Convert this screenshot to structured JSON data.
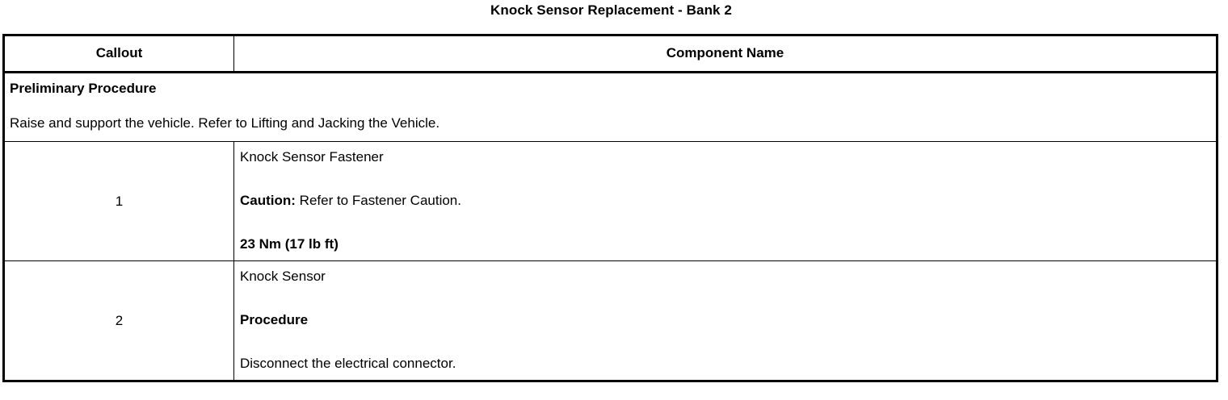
{
  "document": {
    "title": "Knock Sensor Replacement - Bank 2"
  },
  "table": {
    "headers": {
      "callout": "Callout",
      "component_name": "Component Name"
    },
    "preliminary": {
      "heading": "Preliminary Procedure",
      "text": "Raise and support the vehicle. Refer to Lifting and Jacking the Vehicle."
    },
    "rows": [
      {
        "callout": "1",
        "name": "Knock Sensor Fastener",
        "caution_label": "Caution:",
        "caution_text": " Refer to Fastener Caution.",
        "torque": "23 Nm (17 lb ft)"
      },
      {
        "callout": "2",
        "name": "Knock Sensor",
        "procedure_heading": "Procedure",
        "procedure_text": "Disconnect the electrical connector."
      }
    ]
  },
  "colors": {
    "border": "#000000",
    "text": "#000000",
    "background": "#ffffff"
  }
}
